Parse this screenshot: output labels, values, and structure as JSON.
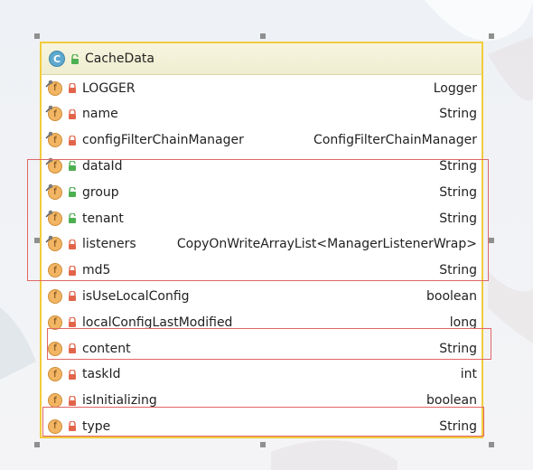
{
  "class_box": {
    "icon_letter": "C",
    "name": "CacheData",
    "fields": [
      {
        "name": "LOGGER",
        "type": "Logger",
        "visibility": "private",
        "static": true
      },
      {
        "name": "name",
        "type": "String",
        "visibility": "private",
        "static": true
      },
      {
        "name": "configFilterChainManager",
        "type": "ConfigFilterChainManager",
        "visibility": "private",
        "static": true
      },
      {
        "name": "dataId",
        "type": "String",
        "visibility": "public",
        "static": true
      },
      {
        "name": "group",
        "type": "String",
        "visibility": "public",
        "static": true
      },
      {
        "name": "tenant",
        "type": "String",
        "visibility": "public",
        "static": true
      },
      {
        "name": "listeners",
        "type": "CopyOnWriteArrayList<ManagerListenerWrap>",
        "visibility": "private",
        "static": true
      },
      {
        "name": "md5",
        "type": "String",
        "visibility": "private",
        "static": false
      },
      {
        "name": "isUseLocalConfig",
        "type": "boolean",
        "visibility": "private",
        "static": false
      },
      {
        "name": "localConfigLastModified",
        "type": "long",
        "visibility": "private",
        "static": false
      },
      {
        "name": "content",
        "type": "String",
        "visibility": "private",
        "static": false
      },
      {
        "name": "taskId",
        "type": "int",
        "visibility": "private",
        "static": false
      },
      {
        "name": "isInitializing",
        "type": "boolean",
        "visibility": "private",
        "static": false
      },
      {
        "name": "type",
        "type": "String",
        "visibility": "private",
        "static": false
      }
    ],
    "field_icon_letter": "f"
  },
  "colors": {
    "border": "#f2cc3c",
    "header_bg": "#f7f5df",
    "field_icon": "#f2b563",
    "class_icon": "#5fa9cf",
    "private_lock": "#e2654b",
    "public_lock": "#4caf50",
    "highlight": "#e06666"
  }
}
